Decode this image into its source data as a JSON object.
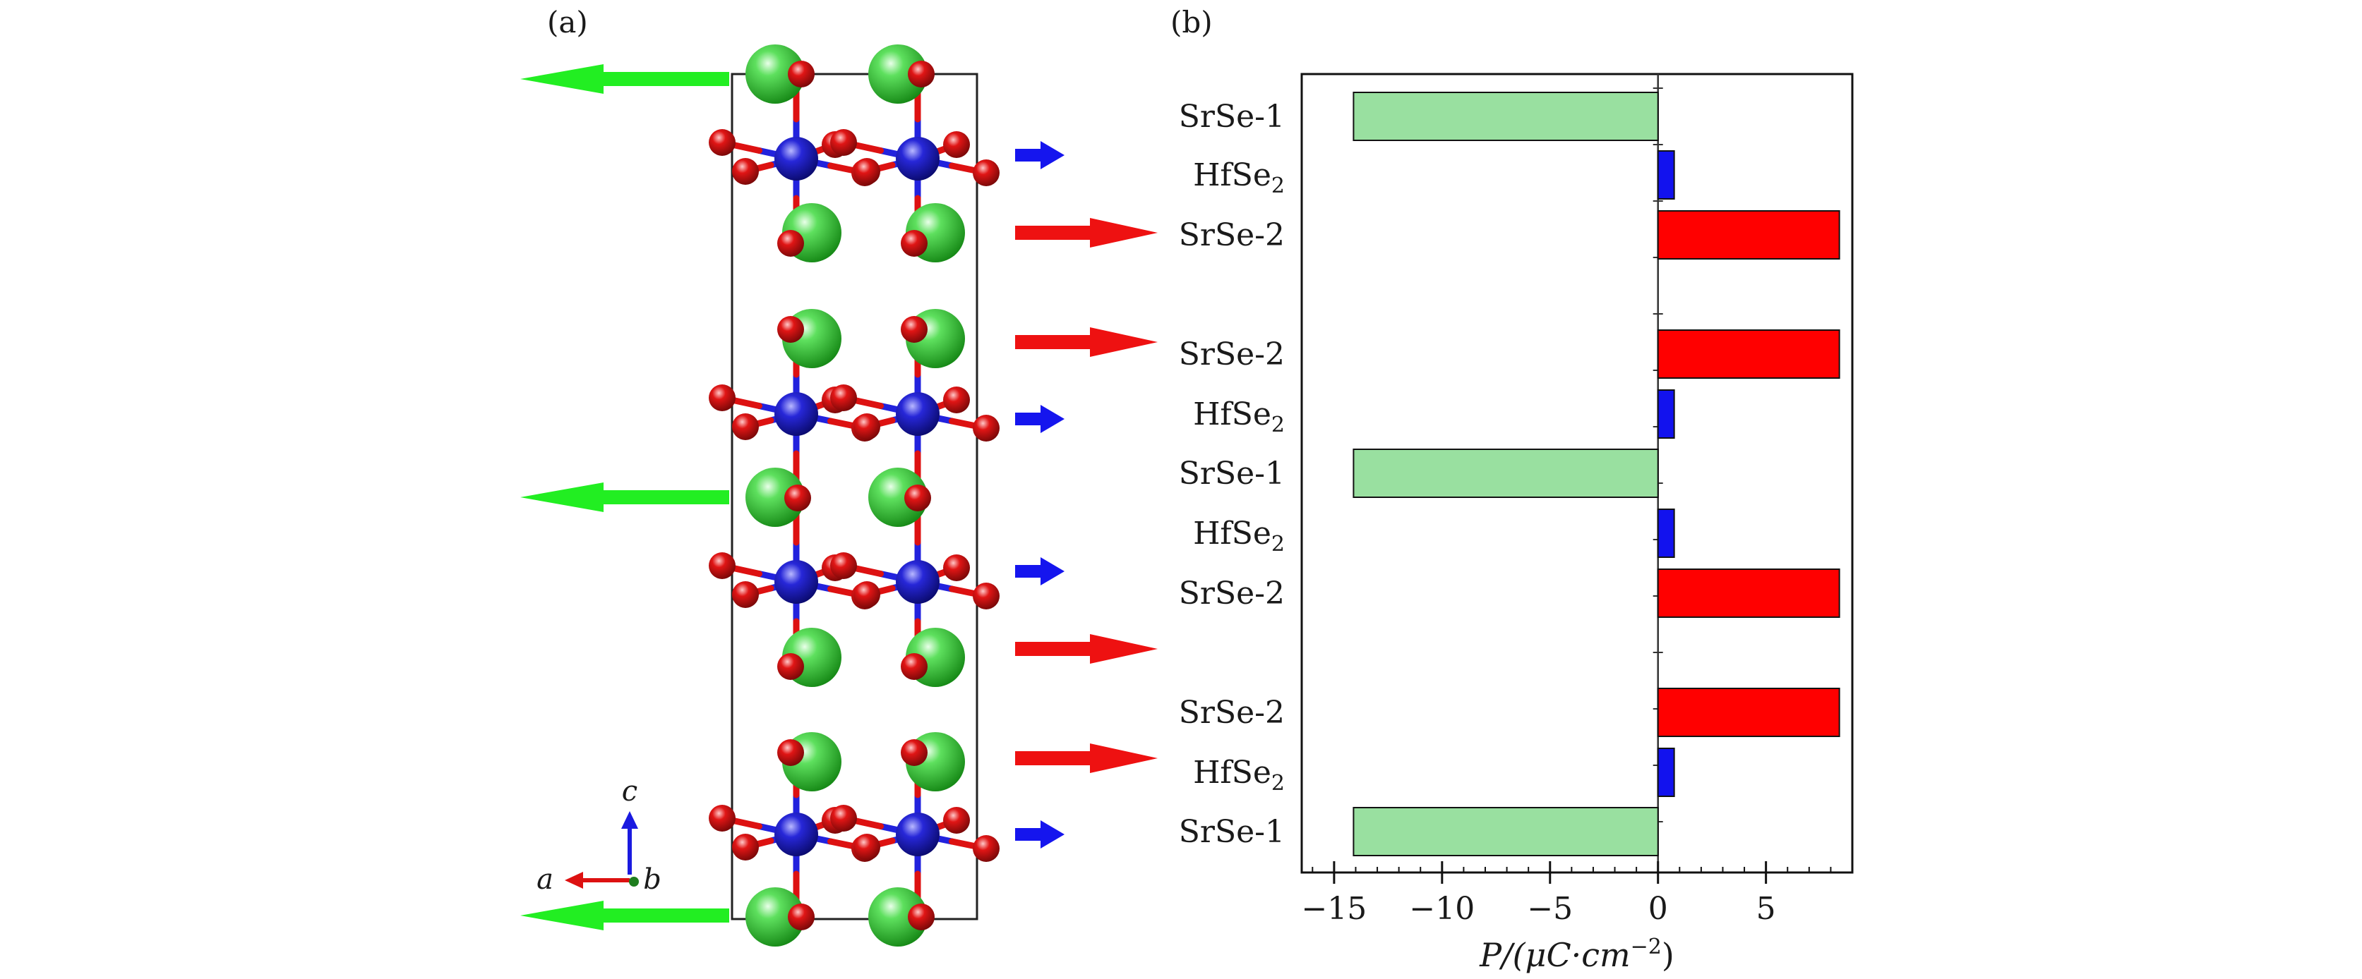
{
  "panel_a": {
    "label": "(a)",
    "axes_labels": {
      "c": "c",
      "a": "a",
      "b": "b"
    },
    "colors": {
      "sr": "#33cc33",
      "hf": "#2222dd",
      "se": "#dd1111",
      "sr_arrow": "#22ee22",
      "hf_arrow": "#1515ee",
      "se_arrow": "#ee1111"
    }
  },
  "panel_b": {
    "label": "(b)",
    "xlabel_main": "P/(μC·cm",
    "xlabel_exp": "−2",
    "xlabel_close": ")"
  },
  "chart_data": {
    "type": "bar",
    "orientation": "horizontal",
    "categories": [
      {
        "base": "SrSe-1",
        "sub": ""
      },
      {
        "base": "HfSe",
        "sub": "2"
      },
      {
        "base": "SrSe-2",
        "sub": ""
      },
      {
        "base": "SrSe-2",
        "sub": ""
      },
      {
        "base": "HfSe",
        "sub": "2"
      },
      {
        "base": "SrSe-1",
        "sub": ""
      },
      {
        "base": "HfSe",
        "sub": "2"
      },
      {
        "base": "SrSe-2",
        "sub": ""
      },
      {
        "base": "SrSe-2",
        "sub": ""
      },
      {
        "base": "HfSe",
        "sub": "2"
      },
      {
        "base": "SrSe-1",
        "sub": ""
      }
    ],
    "values": [
      -14.1,
      0.75,
      8.4,
      8.4,
      0.75,
      -14.1,
      0.75,
      8.4,
      8.4,
      0.75,
      -14.1
    ],
    "bar_colors": [
      "#99e0a0",
      "#1212ee",
      "#ff0000",
      "#ff0000",
      "#1212ee",
      "#99e0a0",
      "#1212ee",
      "#ff0000",
      "#ff0000",
      "#1212ee",
      "#99e0a0"
    ],
    "xlim": [
      -16.5,
      9
    ],
    "xticks": [
      -15,
      -10,
      -5,
      0,
      5
    ],
    "xtick_labels": [
      "−15",
      "−10",
      "−5",
      "0",
      "5"
    ]
  }
}
